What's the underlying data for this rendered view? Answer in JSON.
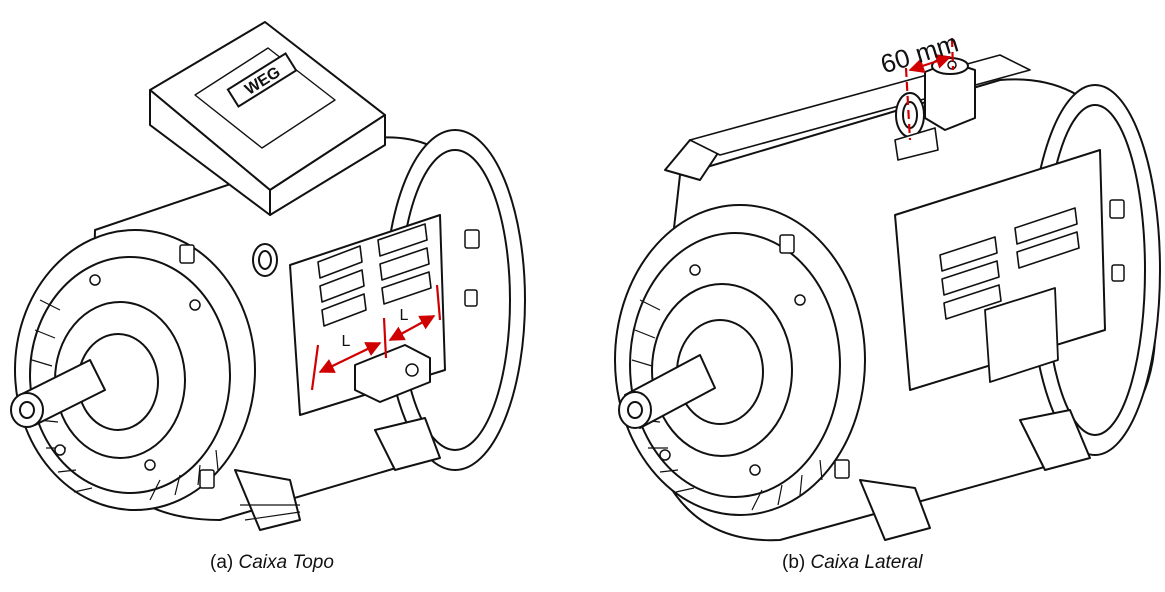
{
  "figure": {
    "panel_a": {
      "caption_prefix": "(a)",
      "caption_title": "Caixa Topo",
      "dimension_label_1": "L",
      "dimension_label_2": "L",
      "logo_text": "WEG"
    },
    "panel_b": {
      "caption_prefix": "(b)",
      "caption_title": "Caixa Lateral",
      "dimension_label": "60 mm"
    },
    "colors": {
      "line": "#111111",
      "annotation": "#d00000"
    }
  }
}
